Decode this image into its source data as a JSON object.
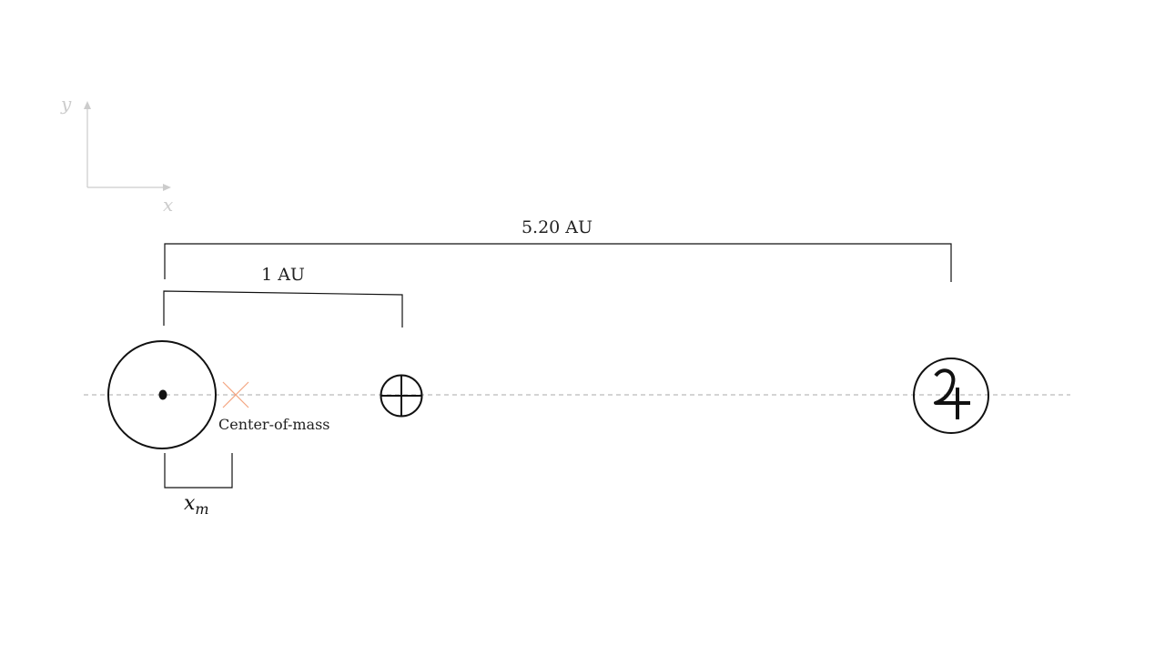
{
  "axes": {
    "x_label": "x",
    "y_label": "y"
  },
  "labels": {
    "earth_distance": "1 AU",
    "jupiter_distance": "5.20 AU",
    "center_of_mass": "Center-of-mass",
    "xm_base": "x",
    "xm_sub": "m"
  },
  "bodies": {
    "sun": "sun-symbol-icon",
    "earth": "earth-symbol-icon",
    "jupiter": "jupiter-symbol-icon"
  },
  "colors": {
    "center_of_mass_marker": "#f4a582",
    "axes": "#cccccc",
    "line_of_centers": "#bbbbbb",
    "ink": "#111111"
  }
}
